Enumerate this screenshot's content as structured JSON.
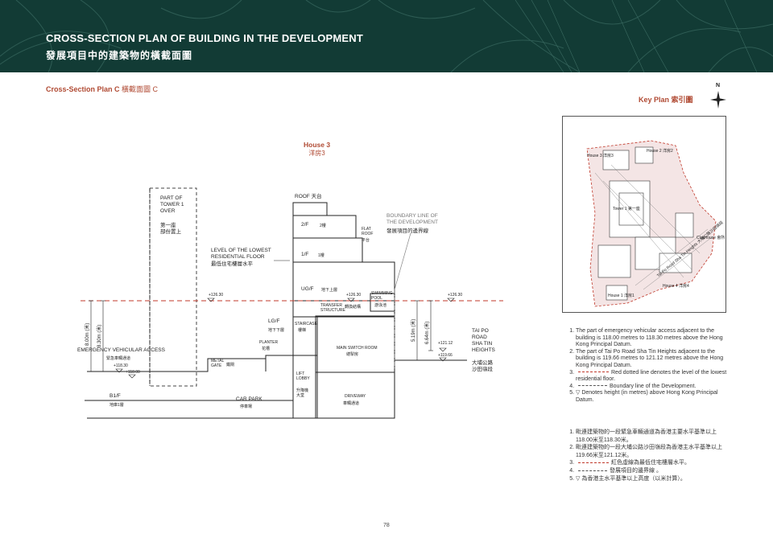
{
  "header": {
    "title_en": "CROSS-SECTION PLAN OF BUILDING IN THE DEVELOPMENT",
    "title_zh": "發展項目中的建築物的橫截面圖"
  },
  "subheading": {
    "en": "Cross-Section Plan C",
    "zh": "橫截面圖 C"
  },
  "key_plan": {
    "label": "Key Plan 索引圖",
    "north": "N",
    "labels": [
      "House 3 洋房3",
      "Tower 1 第一座",
      "House 2 洋房2",
      "Clubhouse 會所",
      "House 1 洋房1",
      "Tai Po Road Sha Tin Heights 大埔公路沙田嶺段",
      "House 4 洋房4"
    ]
  },
  "house": {
    "en": "House 3",
    "zh": "洋房3"
  },
  "section": {
    "floors": {
      "roof": "ROOF 天台",
      "f2_en": "2/F",
      "f2_zh": "2樓",
      "f1_en": "1/F",
      "f1_zh": "1樓",
      "ug_en": "UG/F",
      "ug_zh": "地下上層",
      "lg_en": "LG/F",
      "lg_zh": "地下下層",
      "b1_en": "B1/F",
      "b1_zh": "地庫1層"
    },
    "labels": {
      "tower_en": "PART OF\nTOWER 1\nOVER",
      "tower_zh": "第一座\n部份置上",
      "lowest_en": "LEVEL OF THE LOWEST\nRESIDENTIAL FLOOR",
      "lowest_zh": "最低住宅樓層水平",
      "boundary_en": "BOUNDARY LINE OF\nTHE DEVELOPMENT",
      "boundary_zh": "發展項目的邊界線",
      "flat_roof_en": "FLAT\nROOF",
      "flat_roof_zh": "平台",
      "pool_en": "SWIMMING\nPOOL",
      "pool_zh": "游泳池",
      "transfer_en": "TRANSFER\nSTRUCTURE",
      "transfer_zh": "轉換結構",
      "staircase_en": "STAIRCASE",
      "staircase_zh": "樓梯",
      "planter_en": "PLANTER",
      "planter_zh": "花槽",
      "switch_en": "MAIN SWITCH ROOM",
      "switch_zh": "總掣房",
      "lift_en": "LIFT\nLOBBY",
      "lift_zh": "升降機\n大堂",
      "driveway_en": "DRIVEWAY",
      "driveway_zh": "車輛通道",
      "carpark_en": "CAR PARK",
      "carpark_zh": "停車場",
      "gate_en": "METAL\nGATE",
      "gate_zh": "鐵閘",
      "eva_en": "EMERGENCY VEHICULAR ACCESS",
      "eva_zh": "緊急車輛通道",
      "road_en": "TAI PO\nROAD\nSHA TIN\nHEIGHTS",
      "road_zh": "大埔公路\n沙田嶺段"
    },
    "levels": {
      "l12630_left": "+126.30",
      "l12630_mid": "+126.30",
      "l12630_right": "+126.30",
      "l11830": "+118.30",
      "l11800": "+118.00",
      "l12112": "+121.12",
      "l11966": "+119.66"
    },
    "dims": {
      "d800": "8.00m (米)",
      "d830": "8.30m (米)",
      "d519": "5.19m (米)",
      "d664": "6.64m (米)"
    }
  },
  "notes_en": [
    "The part of emergency vehicular access adjacent to the building is 118.00 metres to 118.30 metres above the Hong Kong Principal Datum.",
    "The part of Tai Po Road Sha Tin Heights adjacent to the building is 119.66 metres to 121.12 metres above the Hong Kong Principal Datum.",
    "Red dotted line denotes the level of the lowest residential floor.",
    "Boundary line of the Development.",
    "Denotes height (in metres) above Hong Kong Principal Datum."
  ],
  "notes_zh": [
    "毗連建築物的一段緊急車輛通道為香港主要水平基準以上118.00米至118.30米。",
    "毗連建築物的一段大埔公路沙田嶺段為香港主水平基準以上119.66米至121.12米。",
    "紅色虛線為最低住宅樓層水平。",
    "發展項目的邊界線 。",
    "為香港主水平基準以上高度（以米計算）。"
  ],
  "symbols": {
    "triangle": "▽"
  },
  "page_number": "78",
  "colors": {
    "header_bg": "#123b35",
    "accent": "#b04a33",
    "red_line": "#c0392b"
  }
}
